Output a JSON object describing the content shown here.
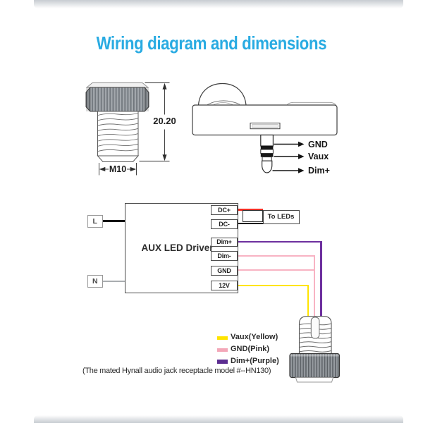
{
  "title": "Wiring diagram and dimensions",
  "title_color": "#29abe2",
  "screw": {
    "height_dim": "20.20",
    "thread_dim": "M10"
  },
  "sensor": {
    "jack_pins": [
      {
        "label": "GND"
      },
      {
        "label": "Vaux"
      },
      {
        "label": "Dim+"
      }
    ]
  },
  "driver": {
    "label": "AUX LED Driver",
    "line_terminal": "L",
    "neutral_terminal": "N",
    "load_label": "To LEDs",
    "outputs": [
      {
        "label": "DC+",
        "wire_color": "#ee2e24"
      },
      {
        "label": "DC-",
        "wire_color": "#141414"
      },
      {
        "label": "Dim+",
        "wire_color": "#6d2f9e"
      },
      {
        "label": "Dim-",
        "wire_color": "#f8b3c3"
      },
      {
        "label": "GND",
        "wire_color": "#f8b3c3"
      },
      {
        "label": "12V",
        "wire_color": "#ffe400"
      }
    ]
  },
  "legend": {
    "items": [
      {
        "label": "Vaux(Yellow)",
        "color": "#ffe400"
      },
      {
        "label": "GND(Pink)",
        "color": "#f3a7b8"
      },
      {
        "label": "Dim+(Purple)",
        "color": "#5c2d91"
      }
    ]
  },
  "footnote": "(The mated Hynall audio jack receptacle model #--HN130)"
}
